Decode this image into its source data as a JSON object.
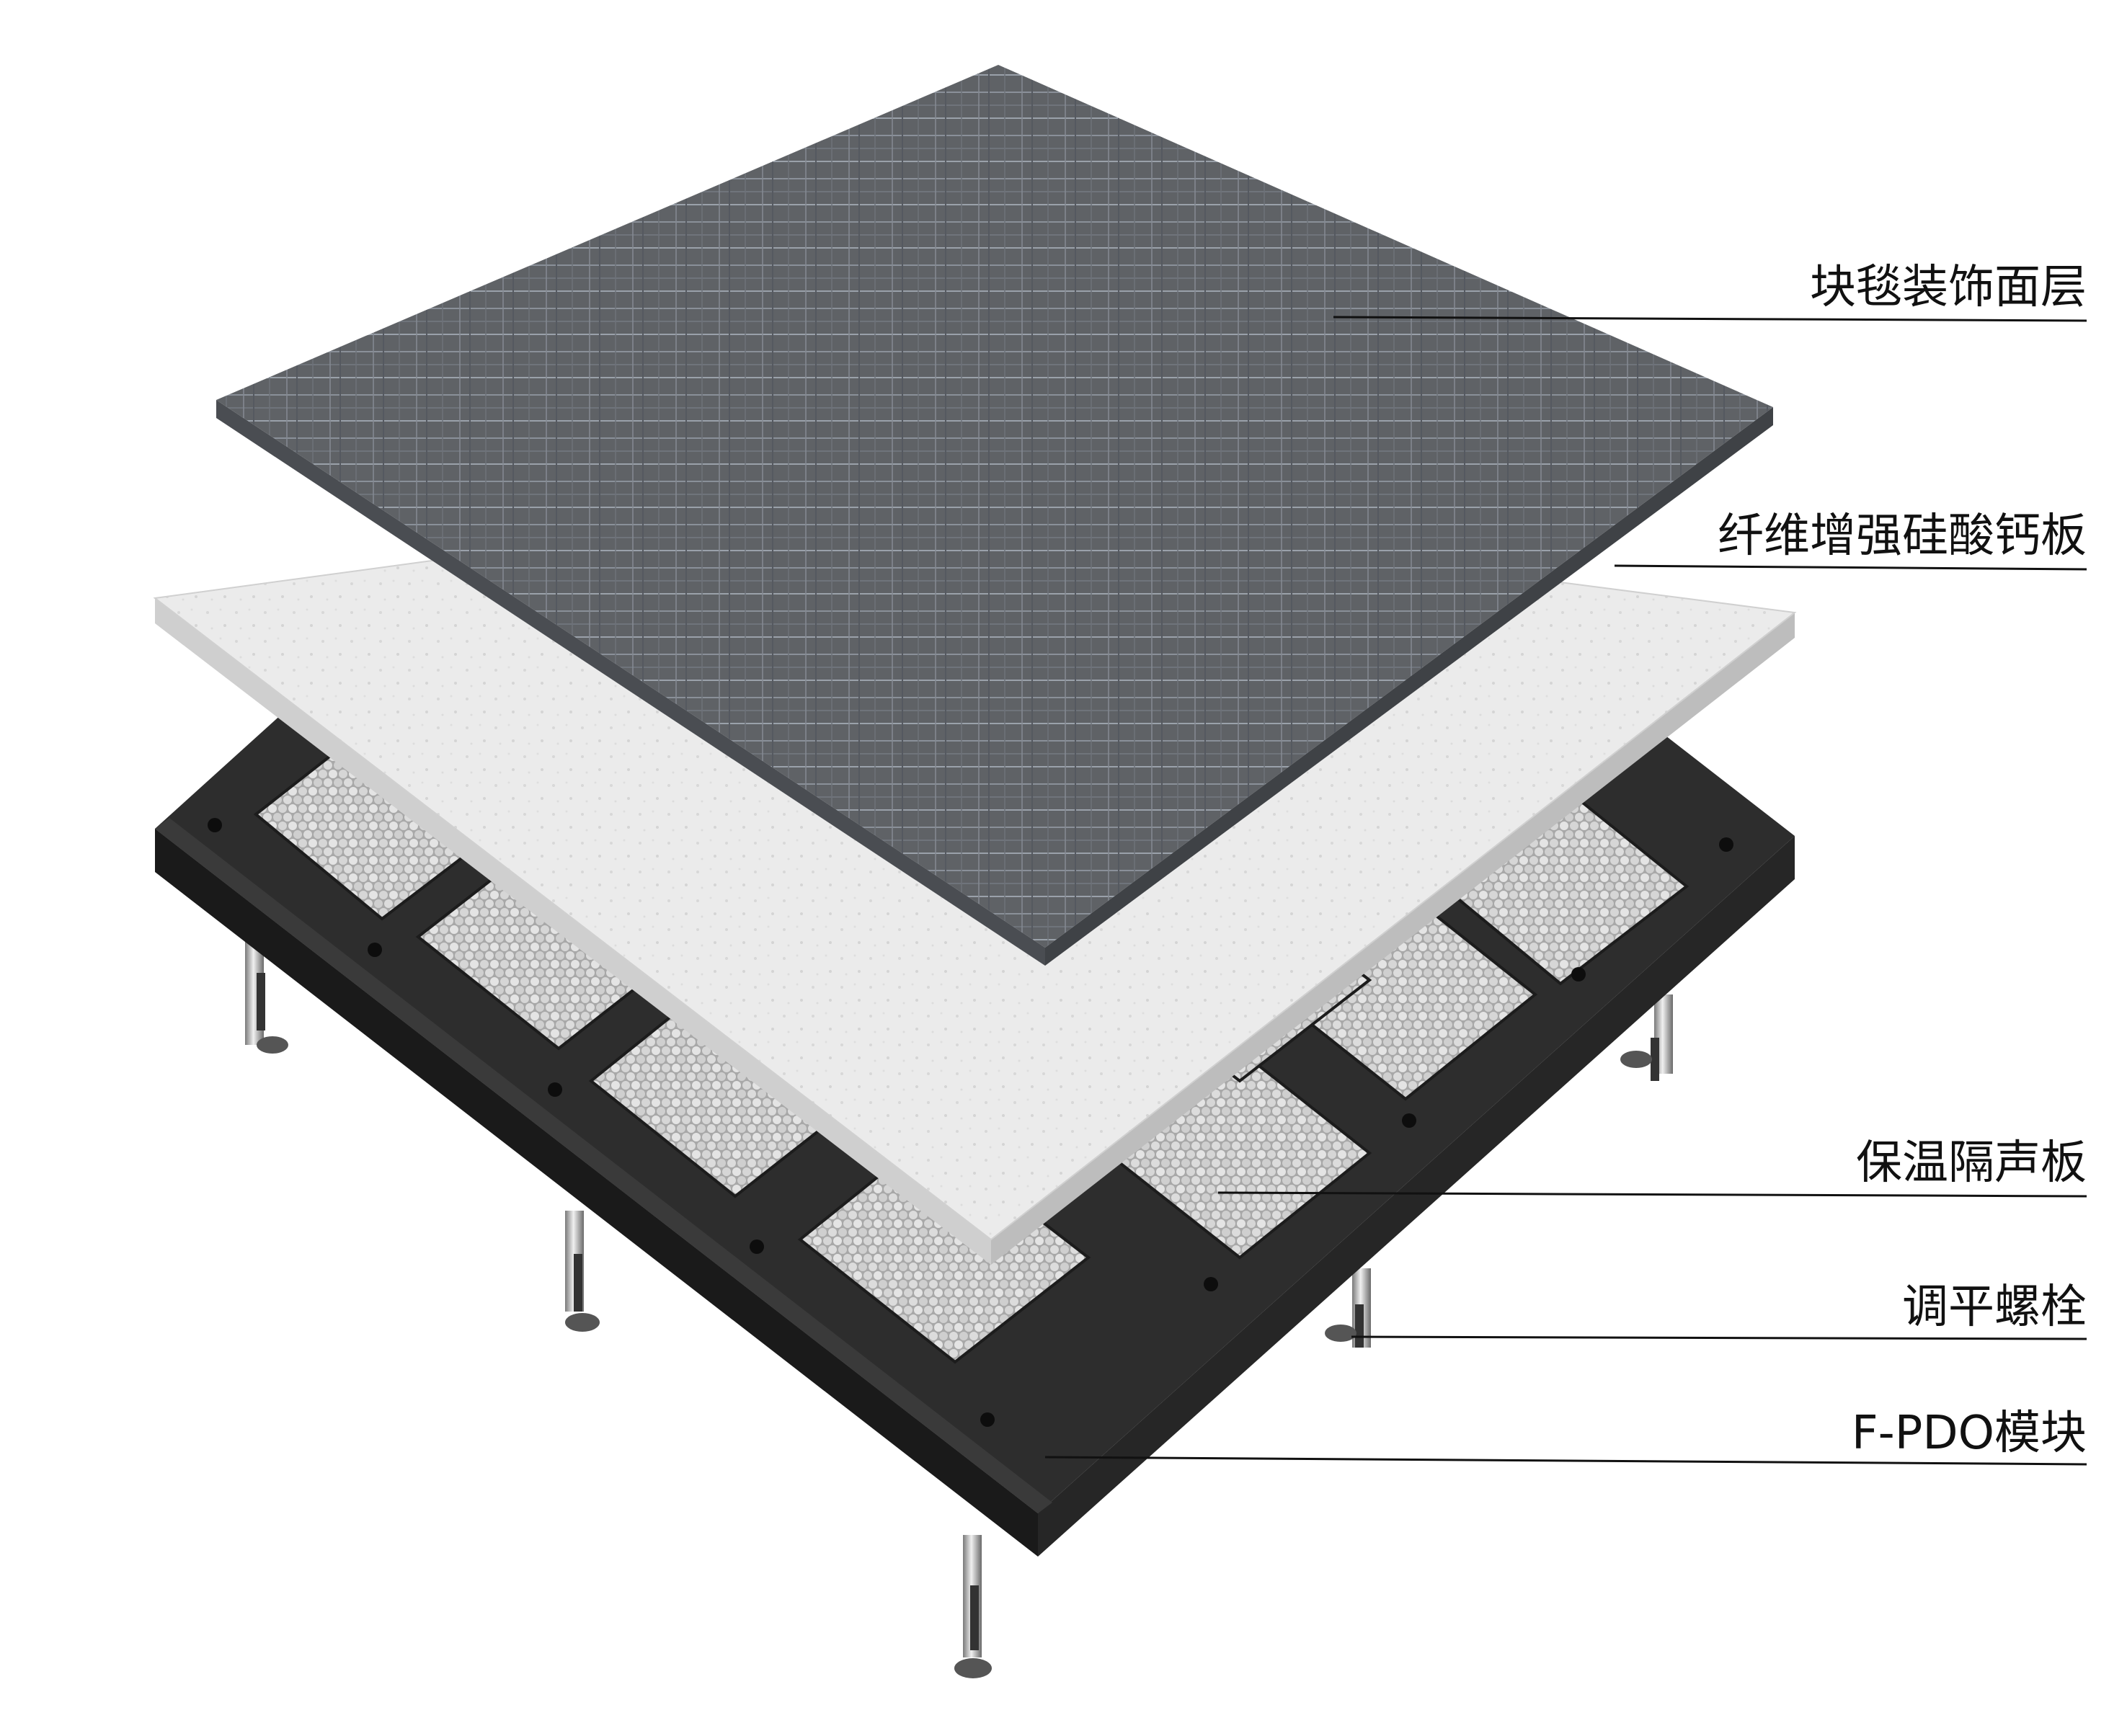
{
  "colors": {
    "background": "#ffffff",
    "carpet_base": "#5f6266",
    "carpet_edge": "#4a4d52",
    "board_face": "#e8e8e8",
    "board_edge": "#cfcfcf",
    "frame": "#2d2d2d",
    "frame_edge": "#1a1a1a",
    "insulation": "#c9c9c9",
    "bolt": "#b8b8b8",
    "leader_line": "#111111",
    "text": "#111111"
  },
  "labels": [
    {
      "id": "carpet",
      "text": "块毯装饰面层"
    },
    {
      "id": "board",
      "text": "纤维增强硅酸钙板"
    },
    {
      "id": "insulation",
      "text": "保温隔声板"
    },
    {
      "id": "bolt",
      "text": "调平螺栓"
    },
    {
      "id": "module",
      "text": "F-PDO模块"
    }
  ]
}
